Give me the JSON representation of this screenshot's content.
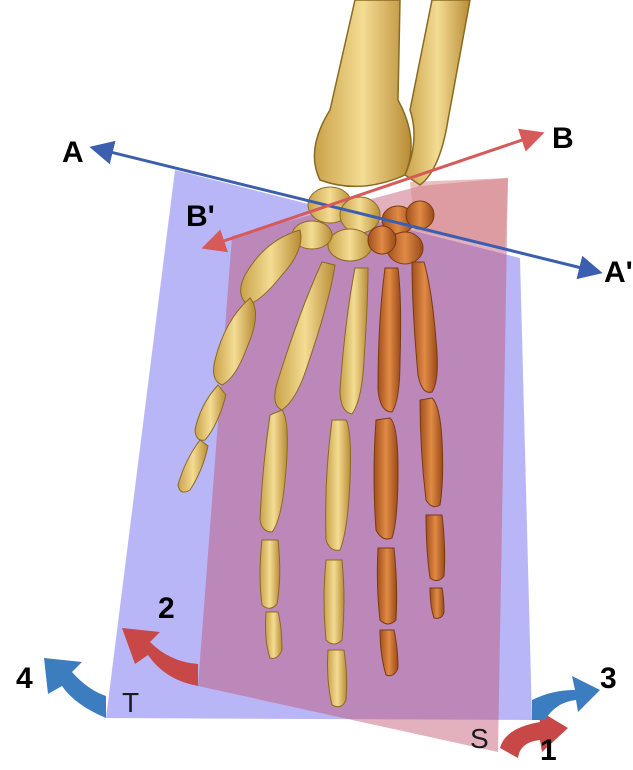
{
  "axes": {
    "A": "A",
    "A_prime": "A'",
    "B": "B",
    "B_prime": "B'"
  },
  "rotation_labels": {
    "one": "1",
    "two": "2",
    "three": "3",
    "four": "4"
  },
  "plane_labels": {
    "T": "T",
    "S": "S"
  },
  "colors": {
    "plane_T": "#8a86f2",
    "plane_S": "#c0506f",
    "axis_A": "#3b5fae",
    "axis_B": "#d65a5a",
    "arrow_blue": "#3c7dbf",
    "arrow_red": "#c84848",
    "bone_light": "#e8c97a",
    "bone_orange": "#c86a2a"
  }
}
